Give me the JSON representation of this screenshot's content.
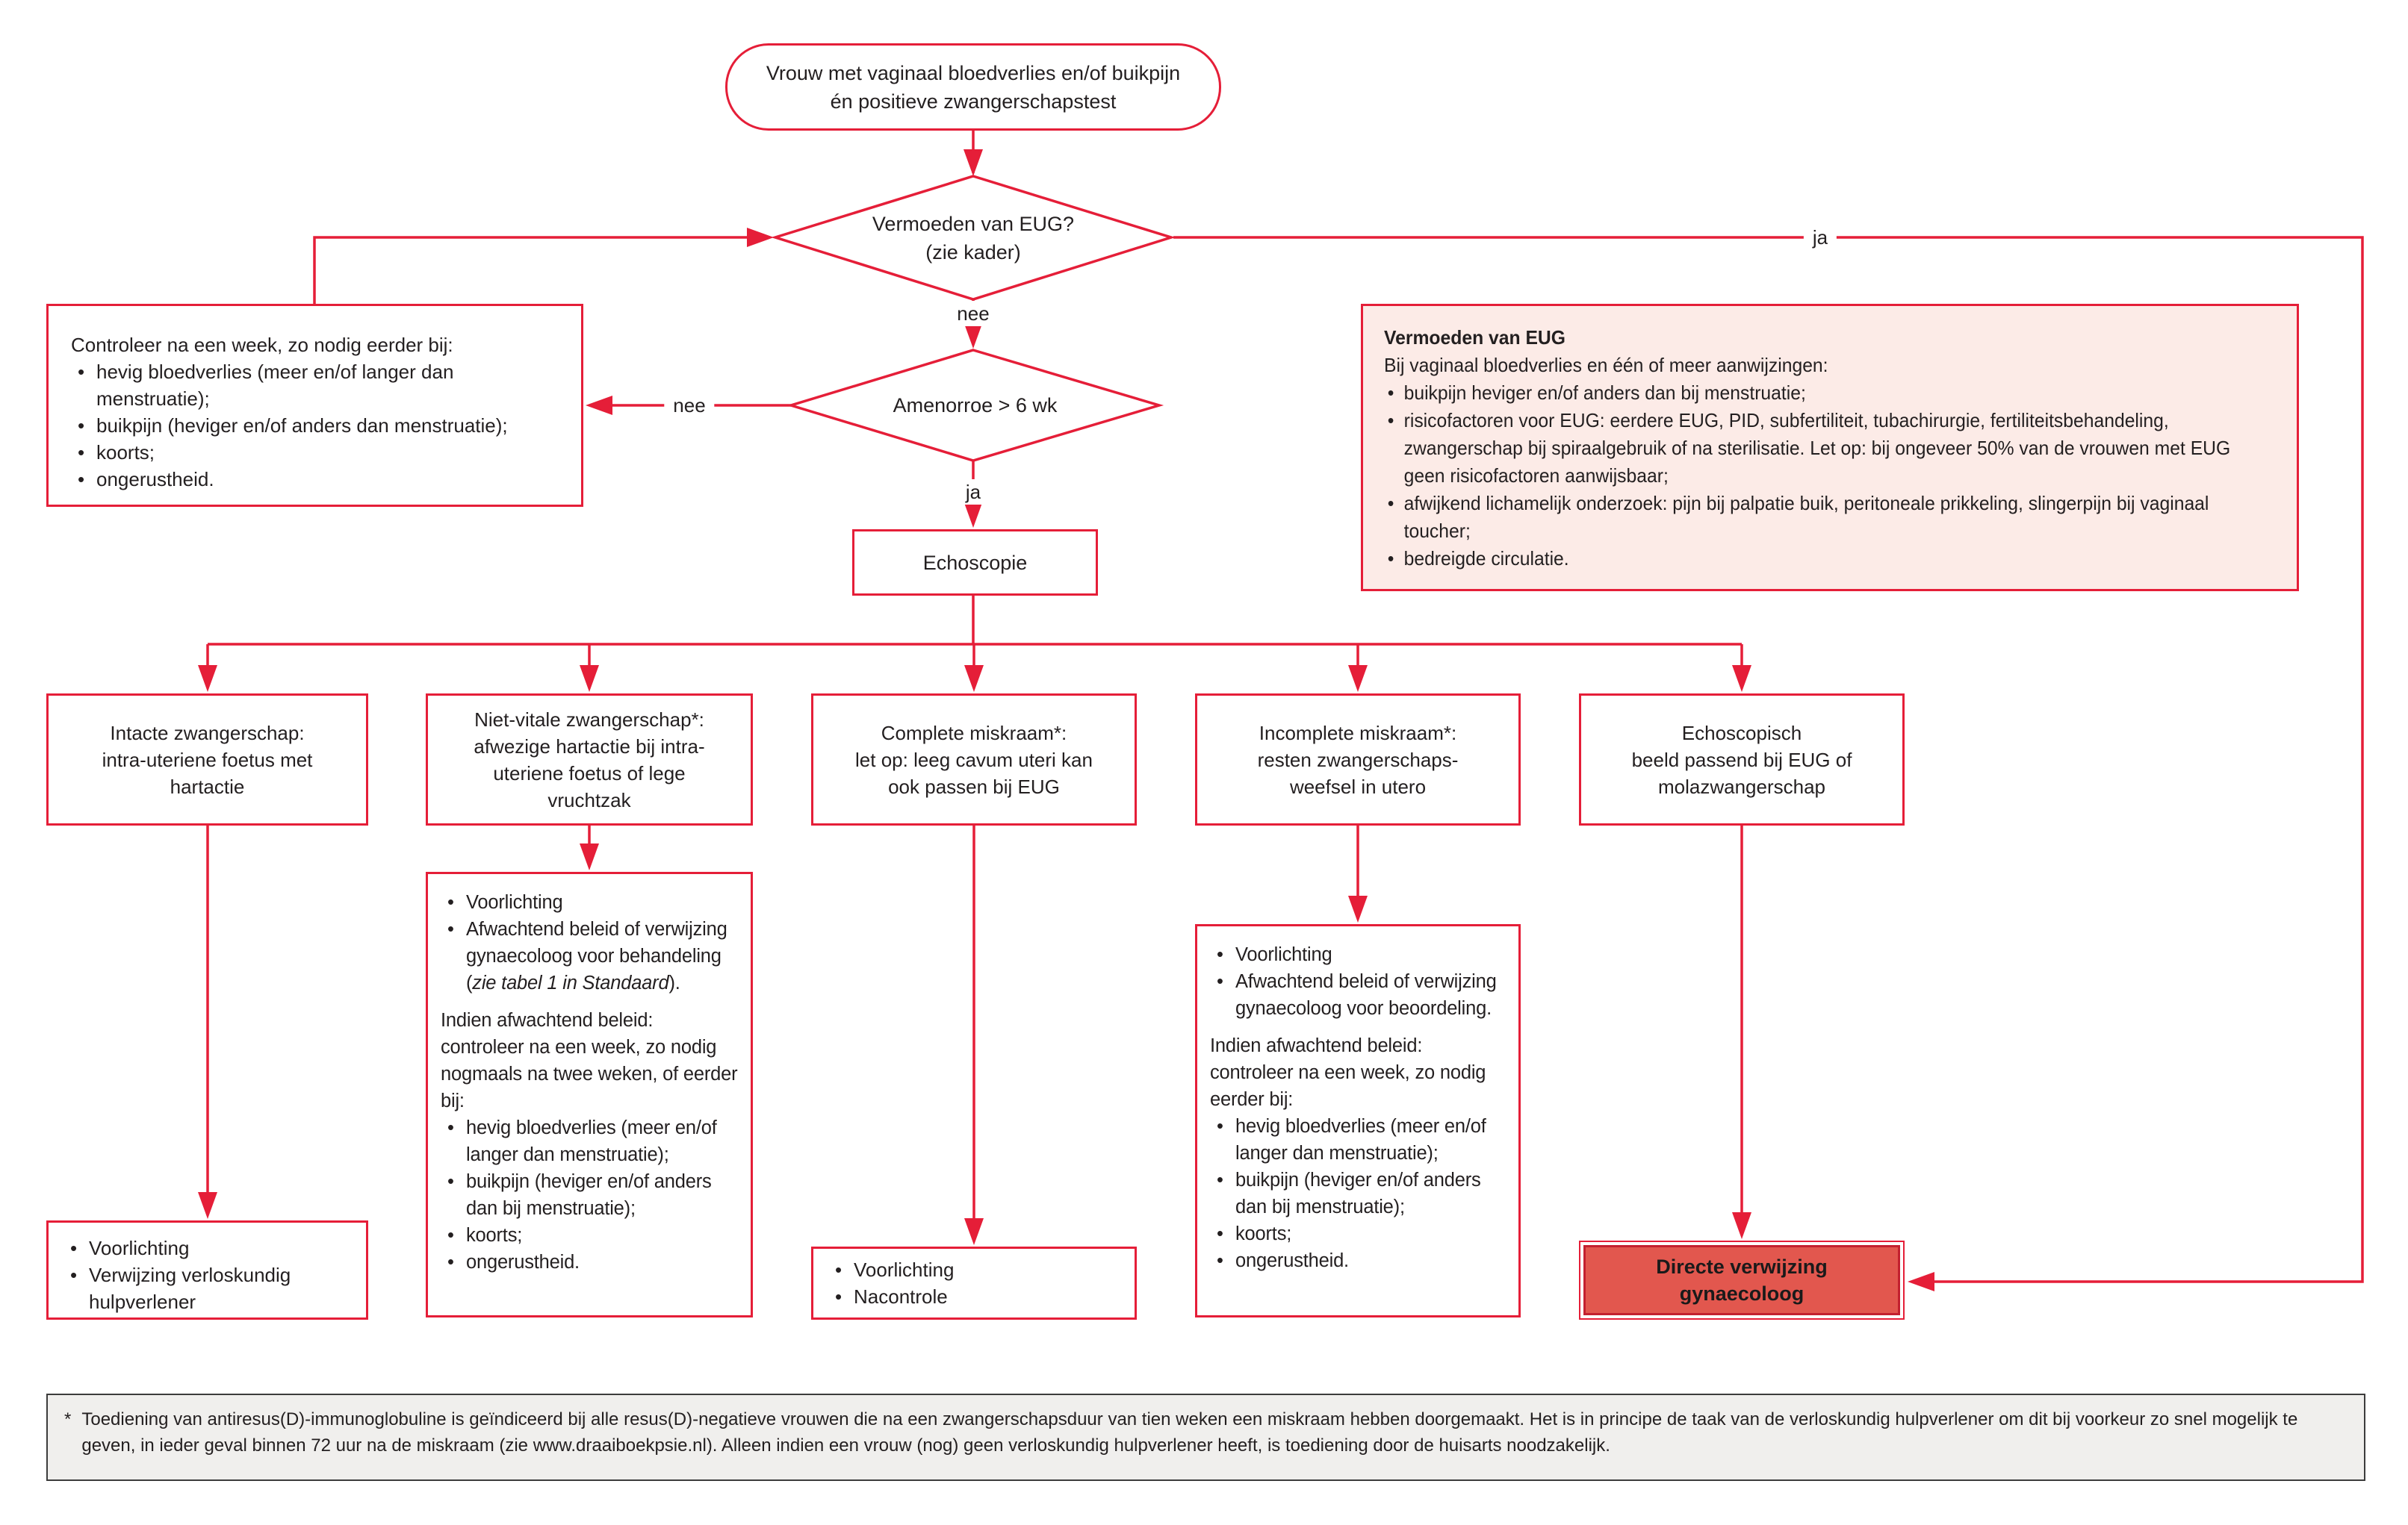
{
  "colors": {
    "line_red": "#e51e38",
    "kader_fill": "#fcebe7",
    "referral_fill": "#e2574e",
    "referral_border": "#c3202f",
    "footnote_fill": "#f0efed",
    "footnote_border": "#3c3c3c",
    "text": "#231f20"
  },
  "start": {
    "text": "Vrouw met vaginaal bloedverlies en/of buikpijn\nén positieve zwangerschapstest"
  },
  "decision_eug": {
    "line1": "Vermoeden van EUG?",
    "line2": "(zie kader)"
  },
  "decision_amenorroe": {
    "text": "Amenorroe > 6 wk"
  },
  "labels": {
    "nee_eug": "nee",
    "ja_eug": "ja",
    "nee_amenorroe": "nee",
    "ja_amenorroe": "ja"
  },
  "echoscopie": {
    "text": "Echoscopie"
  },
  "control_box": {
    "title": "Controleer na een week, zo nodig eerder bij:",
    "bullets": [
      "hevig bloedverlies (meer en/of langer dan menstruatie);",
      "buikpijn (heviger en/of anders dan menstruatie);",
      "koorts;",
      "ongerustheid."
    ]
  },
  "kader": {
    "title": "Vermoeden van EUG",
    "intro": "Bij vaginaal bloedverlies en één of meer aanwijzingen:",
    "bullets": [
      "buikpijn heviger en/of anders dan bij menstruatie;",
      "risicofactoren voor EUG: eerdere EUG, PID, subfertiliteit, tubachirurgie, fertiliteitsbehandeling, zwangerschap bij spiraalgebruik of na sterilisatie. Let op: bij ongeveer 50% van de vrouwen met EUG geen risicofactoren aanwijsbaar;",
      "afwijkend lichamelijk onderzoek: pijn bij palpatie buik, peritoneale prikkeling, slingerpijn bij vaginaal toucher;",
      "bedreigde circulatie."
    ]
  },
  "outcomes": {
    "intact": "Intacte zwangerschap:\nintra-uteriene foetus met\nhartactie",
    "nonvital": "Niet-vitale zwangerschap*:\nafwezige hartactie bij intra-\nuteriene foetus of lege\nvruchtzak",
    "complete": "Complete miskraam*:\nlet op: leeg cavum uteri kan\nook passen bij EUG",
    "incomplete": "Incomplete miskraam*:\nresten zwangerschaps-\nweefsel in utero",
    "eug_mola": "Echoscopisch\nbeeld passend bij EUG of\nmolazwangerschap"
  },
  "followup_nonvital": {
    "bullet1": "Voorlichting",
    "bullet2_pre": "Afwachtend beleid of verwijzing gynaecoloog voor behandeling (",
    "bullet2_italic": "zie tabel 1 in Standaard",
    "bullet2_post": ").",
    "para": "Indien afwachtend beleid: controleer na een week, zo nodig nogmaals na twee weken, of eerder bij:",
    "bullets": [
      "hevig bloedverlies (meer en/of langer dan menstruatie);",
      "buikpijn (heviger en/of anders dan bij menstruatie);",
      "koorts;",
      "ongerustheid."
    ]
  },
  "followup_incomplete": {
    "bullet1": "Voorlichting",
    "bullet2": "Afwachtend beleid of verwijzing gynaecoloog voor beoordeling.",
    "para": "Indien afwachtend beleid: controleer na een week, zo nodig eerder bij:",
    "bullets": [
      "hevig bloedverlies (meer en/of langer dan menstruatie);",
      "buikpijn (heviger en/of anders dan bij menstruatie);",
      "koorts;",
      "ongerustheid."
    ]
  },
  "followup_intact": {
    "bullets": [
      "Voorlichting",
      "Verwijzing verloskundig hulpverlener"
    ]
  },
  "followup_complete": {
    "bullets": [
      "Voorlichting",
      "Nacontrole"
    ]
  },
  "referral": {
    "text": "Directe verwijzing\ngynaecoloog"
  },
  "footnote": {
    "marker": "*",
    "text": "Toediening van antiresus(D)-immunoglobuline is geïndiceerd bij alle resus(D)-negatieve vrouwen die na een zwangerschapsduur van tien weken een miskraam hebben doorgemaakt. Het is in principe de taak van de verloskundig hulpverlener om dit bij voorkeur zo snel mogelijk te geven, in ieder geval binnen 72 uur na de miskraam (zie www.draaiboekpsie.nl). Alleen indien een vrouw (nog) geen verloskundig hulpverlener heeft, is toediening door de huisarts noodzakelijk."
  }
}
